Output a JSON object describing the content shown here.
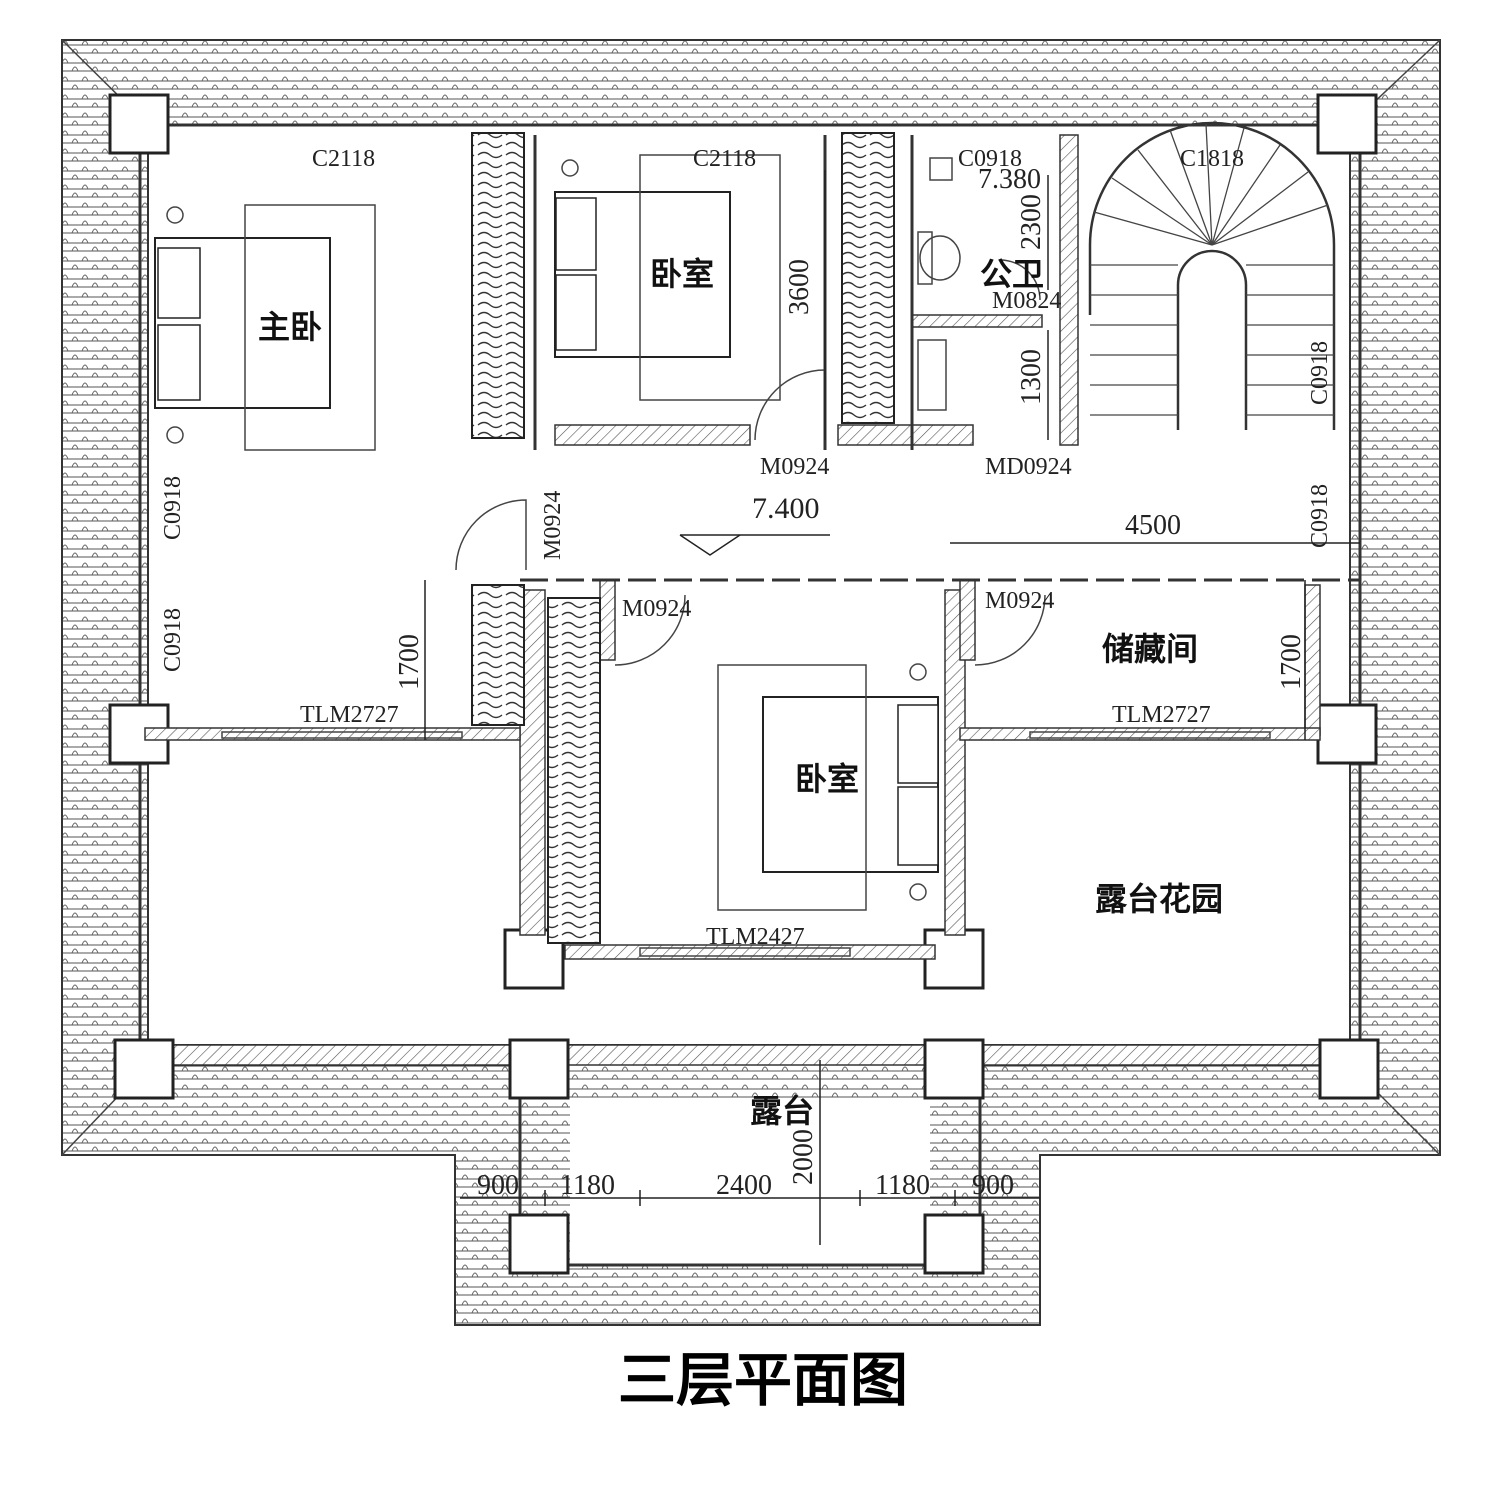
{
  "title": "三层平面图",
  "rooms": {
    "master": "主卧",
    "bed1": "卧室",
    "bed2": "卧室",
    "wc": "公卫",
    "storage": "储藏间",
    "garden": "露台花园",
    "terrace": "露台"
  },
  "windows": {
    "w_master_top": "C2118",
    "w_bed1_top": "C2118",
    "w_wc_top": "C0918",
    "w_stair_top": "C1818",
    "w_left_1": "C0918",
    "w_left_2": "C0918",
    "w_right_1": "C0918",
    "w_right_2": "C0918"
  },
  "doors": {
    "d_bed1": "M0924",
    "d_wc": "M0824",
    "d_wc2": "MD0924",
    "d_master": "M0924",
    "d_bed2": "M0924",
    "d_storage": "M0924",
    "s_master": "TLM2727",
    "s_storage": "TLM2727",
    "s_bed2": "TLM2427"
  },
  "levels": {
    "hall": "7.400",
    "wc": "7.380"
  },
  "dimensions": {
    "d3600": "3600",
    "d2300": "2300",
    "d1300": "1300",
    "d4500": "4500",
    "d1700a": "1700",
    "d1700b": "1700",
    "d2000": "2000",
    "d900a": "900",
    "d1180a": "1180",
    "d2400": "2400",
    "d1180b": "1180",
    "d900b": "900"
  }
}
